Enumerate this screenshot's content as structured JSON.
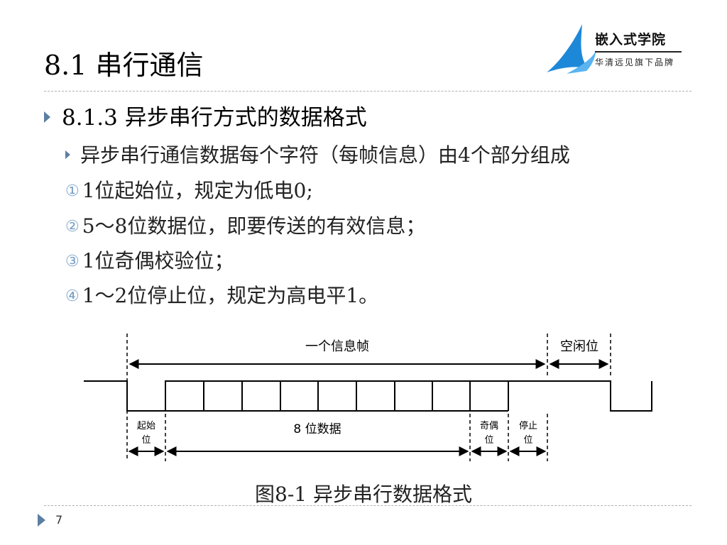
{
  "slide": {
    "title": "8.1 串行通信",
    "logo": {
      "name": "嵌入式学院",
      "sub": "华清远见旗下品牌"
    },
    "heading": "8.1.3 异步串行方式的数据格式",
    "intro": "异步串行通信数据每个字符（每帧信息）由4个部分组成",
    "items": [
      {
        "num": "①",
        "text": "1位起始位，规定为低电0;"
      },
      {
        "num": "②",
        "text": "5～8位数据位，即要传送的有效信息；"
      },
      {
        "num": "③",
        "text": "1位奇偶校验位；"
      },
      {
        "num": "④",
        "text": "1～2位停止位，规定为高电平1。"
      }
    ],
    "diagram": {
      "frame_label": "一个信息帧",
      "idle_label": "空闲位",
      "start_label": [
        "起始",
        "位"
      ],
      "data_label": "8 位数据",
      "parity_label": [
        "奇偶",
        "位"
      ],
      "stop_label": [
        "停止",
        "位"
      ]
    },
    "caption": "图8-1 异步串行数据格式",
    "page_number": "7",
    "accent_color": "#5b7fa3",
    "logo_color": "#1e88d8"
  }
}
